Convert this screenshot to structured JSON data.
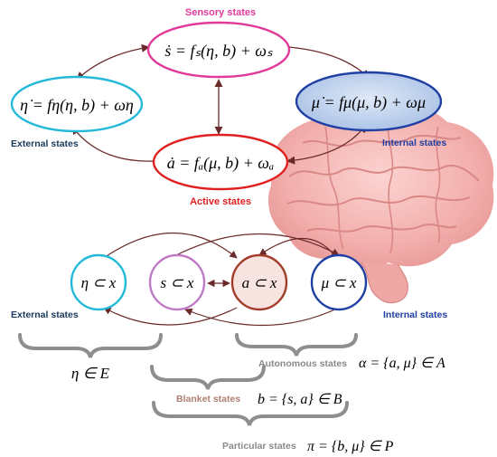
{
  "colors": {
    "sensory": "#e23a9b",
    "external": "#1a3a5c",
    "internal": "#1f3fa3",
    "active": "#e02020",
    "arrow": "#6b2a2a",
    "brace": "#8a8a8a",
    "cyan": "#25b9d9",
    "brain": "#f4b6b4"
  },
  "top": {
    "sensory_label": "Sensory states",
    "sensory_eq": "ṡ = fₛ(η, b) + ωₛ",
    "external_eq": "η̇ = fη(η, b) + ωη",
    "internal_eq": "μ̇ = fμ(μ, b) + ωμ",
    "active_eq": "ȧ = fₐ(μ, b) + ωₐ",
    "external_label": "External states",
    "internal_label": "Internal states",
    "active_label": "Active states"
  },
  "bottom": {
    "eta_node": "η ⊂ x",
    "s_node": "s ⊂ x",
    "a_node": "a ⊂ x",
    "mu_node": "μ ⊂ x",
    "external_label": "External states",
    "internal_label": "Internal states",
    "eta_set": "η ∈ E",
    "autonomous_label": "Autonomous states",
    "autonomous_eq": "α = {a, μ} ∈ A",
    "blanket_label": "Blanket states",
    "blanket_eq": "b = {s, a} ∈ B",
    "particular_label": "Particular states",
    "particular_eq": "π = {b, μ} ∈ P"
  }
}
